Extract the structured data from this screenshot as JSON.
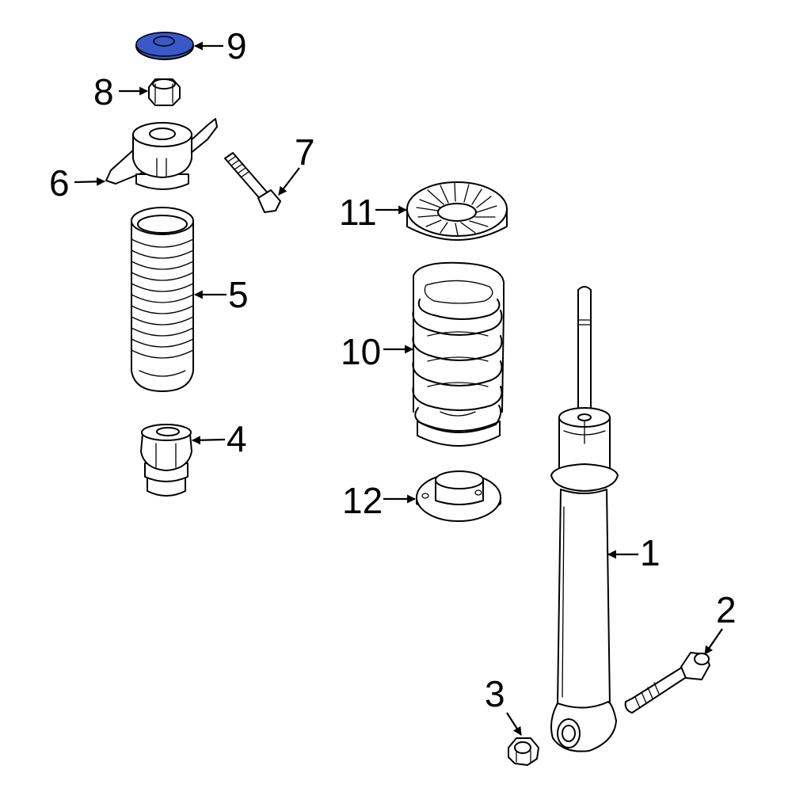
{
  "diagram": {
    "highlight_color": "#3a58c8",
    "highlighted_part": "9",
    "callouts": {
      "p1": "1",
      "p2": "2",
      "p3": "3",
      "p4": "4",
      "p5": "5",
      "p6": "6",
      "p7": "7",
      "p8": "8",
      "p9": "9",
      "p10": "10",
      "p11": "11",
      "p12": "12"
    }
  }
}
